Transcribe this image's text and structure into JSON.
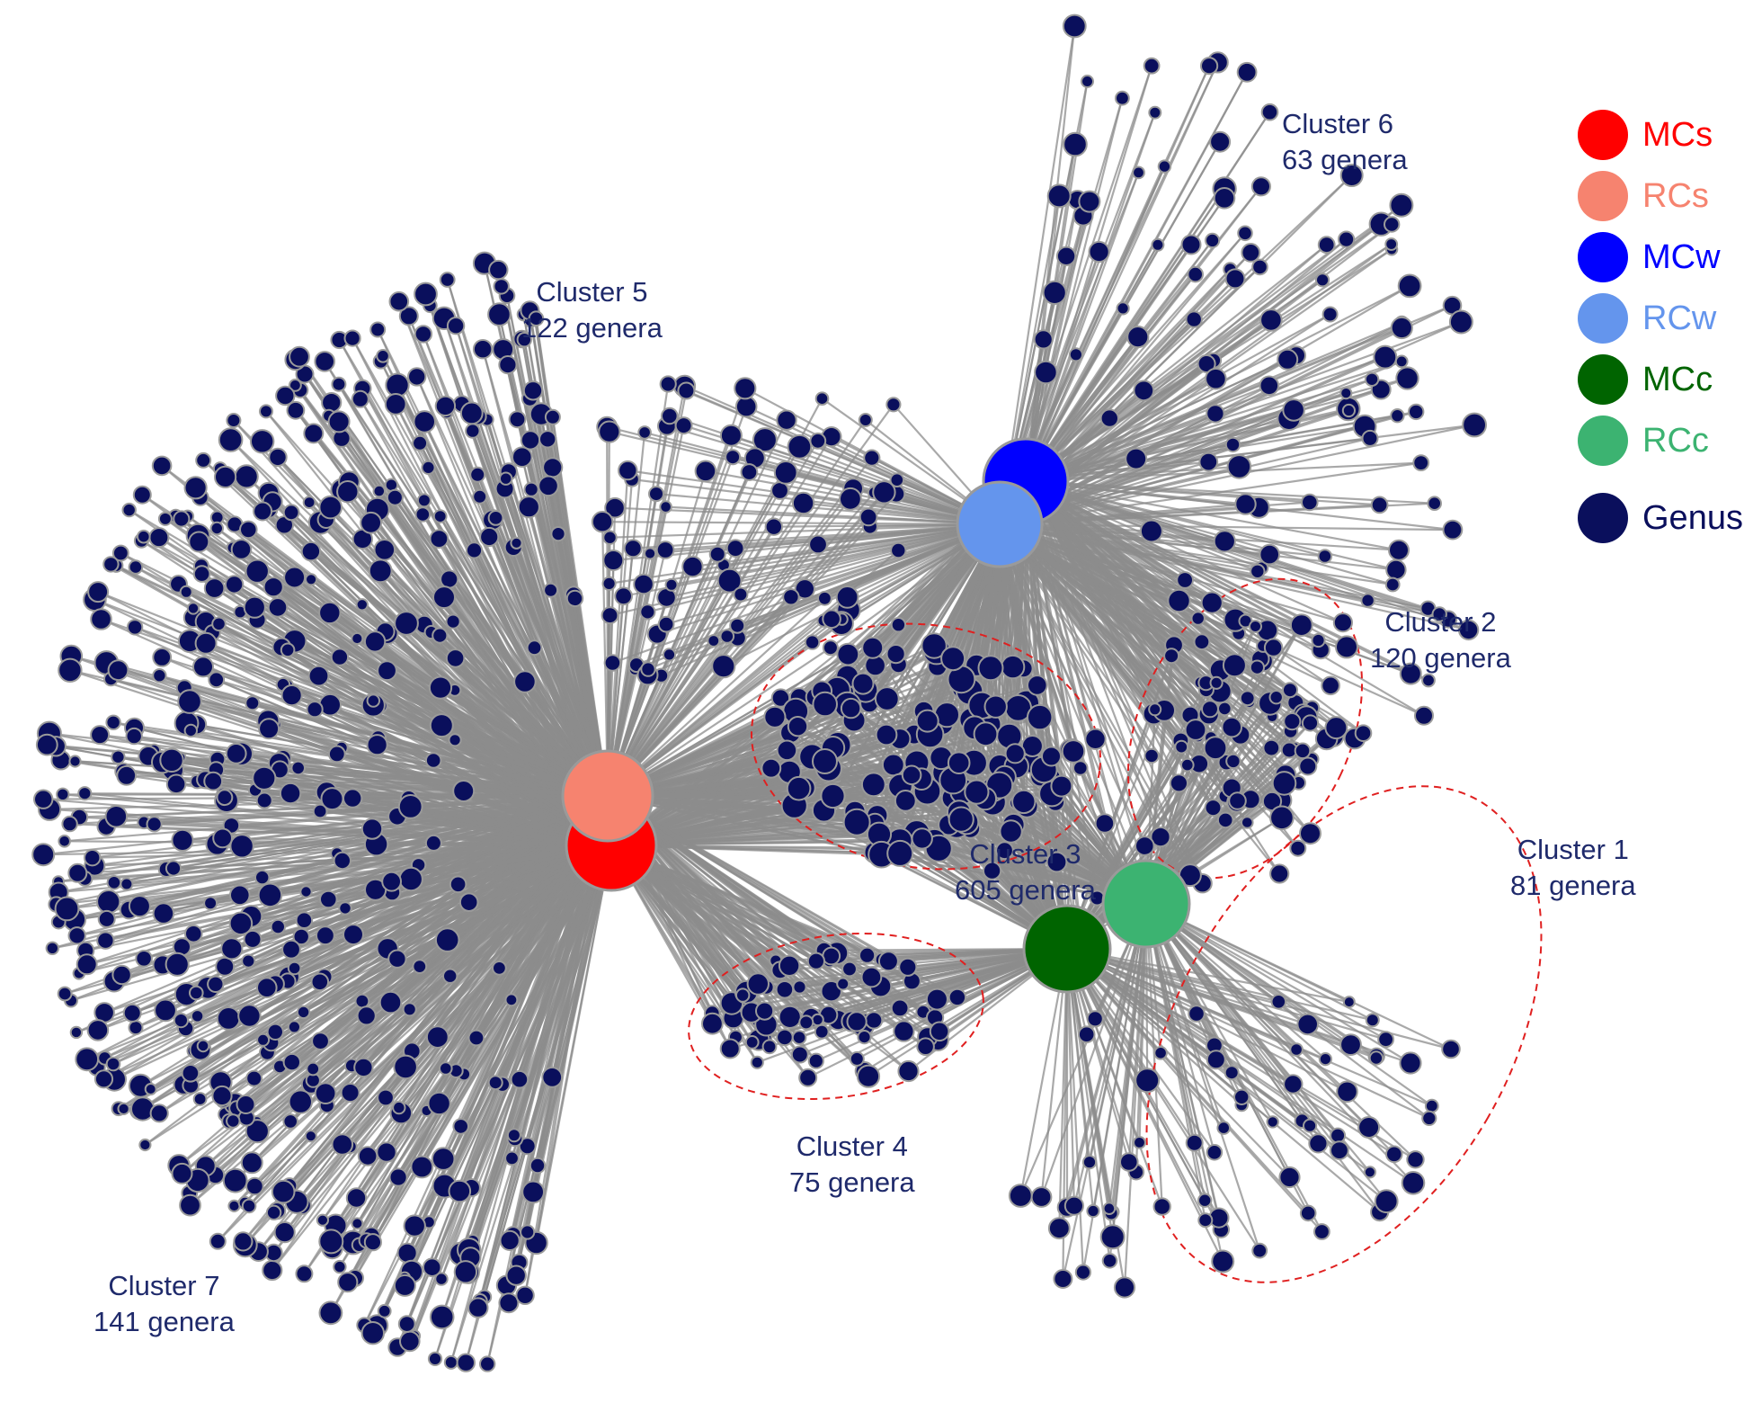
{
  "colors": {
    "edge": "#8c8c8c",
    "genus_fill": "#0a0f5c",
    "genus_stroke": "#9a9a9a",
    "hub_stroke": "#9a9a9a",
    "cluster_outline": "#e02020",
    "label_text": "#1f2a6b"
  },
  "hubs": [
    {
      "id": "MCs",
      "color": "#ff0000"
    },
    {
      "id": "RCs",
      "color": "#f6836f"
    },
    {
      "id": "MCw",
      "color": "#0000ff"
    },
    {
      "id": "RCw",
      "color": "#6495ed"
    },
    {
      "id": "MCc",
      "color": "#006400"
    },
    {
      "id": "RCc",
      "color": "#3cb371"
    }
  ],
  "clusters": [
    {
      "id": "c1",
      "name": "Cluster 1",
      "count": "81 genera",
      "outlined": true
    },
    {
      "id": "c2",
      "name": "Cluster 2",
      "count": "120 genera",
      "outlined": true
    },
    {
      "id": "c3",
      "name": "Cluster 3",
      "count": "605 genera",
      "outlined": true
    },
    {
      "id": "c4",
      "name": "Cluster 4",
      "count": "75 genera",
      "outlined": true
    },
    {
      "id": "c5",
      "name": "Cluster 5",
      "count": "122 genera",
      "outlined": false
    },
    {
      "id": "c6",
      "name": "Cluster 6",
      "count": "63 genera",
      "outlined": false
    },
    {
      "id": "c7",
      "name": "Cluster 7",
      "count": "141 genera",
      "outlined": false
    }
  ],
  "legend": [
    {
      "label": "MCs",
      "color": "#ff0000",
      "text_color": "#ff0000"
    },
    {
      "label": "RCs",
      "color": "#f6836f",
      "text_color": "#f6836f"
    },
    {
      "label": "MCw",
      "color": "#0000ff",
      "text_color": "#0000ff"
    },
    {
      "label": "RCw",
      "color": "#6495ed",
      "text_color": "#6495ed"
    },
    {
      "label": "MCc",
      "color": "#006400",
      "text_color": "#006400"
    },
    {
      "label": "RCc",
      "color": "#3cb371",
      "text_color": "#3cb371"
    },
    {
      "label": "Genus",
      "color": "#0a0f5c",
      "text_color": "#0a0f5c"
    }
  ]
}
